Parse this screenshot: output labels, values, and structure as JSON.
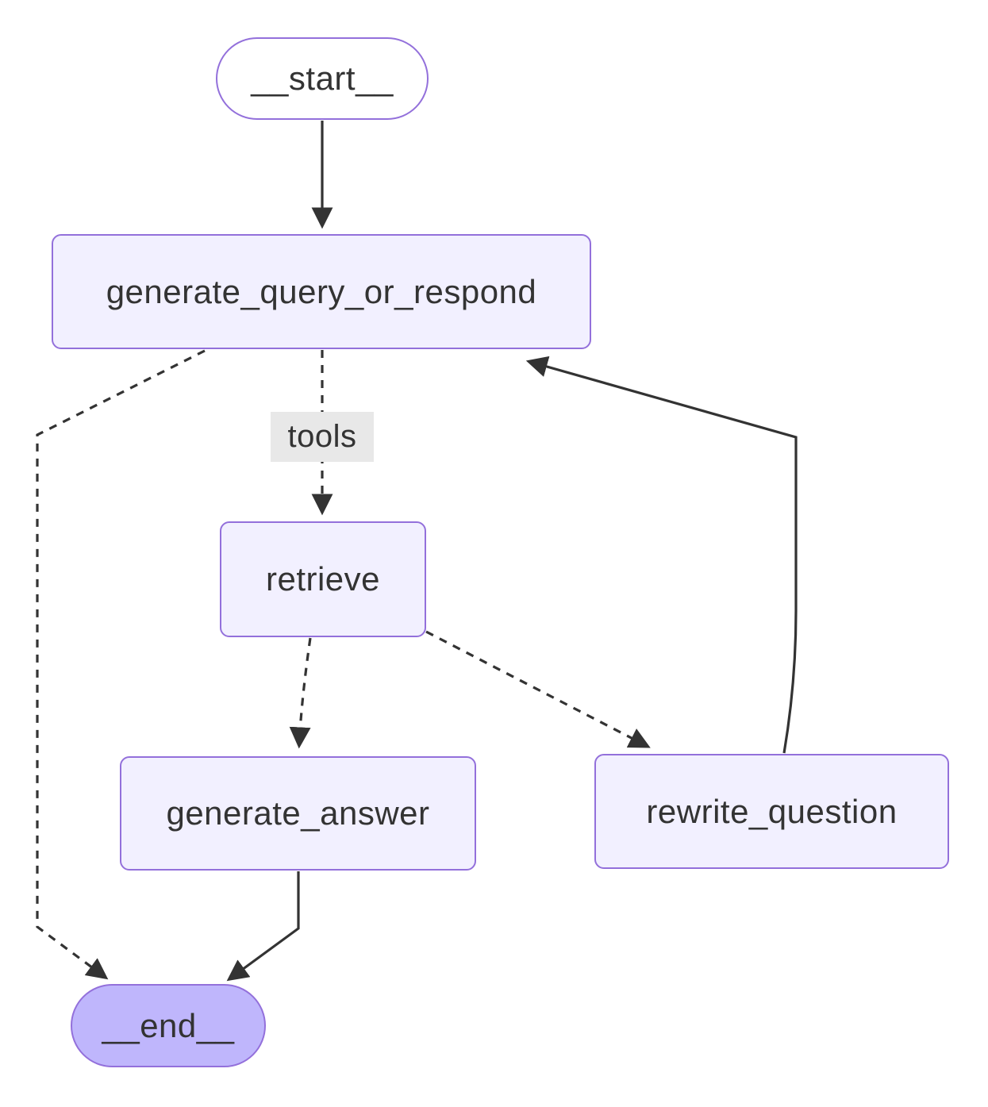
{
  "diagram": {
    "type": "flowchart",
    "direction": "top-down",
    "nodes": [
      {
        "id": "start",
        "label": "__start__",
        "shape": "stadium"
      },
      {
        "id": "generate_query_or_respond",
        "label": "generate_query_or_respond",
        "shape": "rect"
      },
      {
        "id": "retrieve",
        "label": "retrieve",
        "shape": "rect"
      },
      {
        "id": "generate_answer",
        "label": "generate_answer",
        "shape": "rect"
      },
      {
        "id": "rewrite_question",
        "label": "rewrite_question",
        "shape": "rect"
      },
      {
        "id": "end",
        "label": "__end__",
        "shape": "stadium"
      }
    ],
    "edges": [
      {
        "from": "start",
        "to": "generate_query_or_respond",
        "style": "solid",
        "label": ""
      },
      {
        "from": "generate_query_or_respond",
        "to": "retrieve",
        "style": "dotted",
        "label": "tools"
      },
      {
        "from": "generate_query_or_respond",
        "to": "end",
        "style": "dotted",
        "label": ""
      },
      {
        "from": "retrieve",
        "to": "generate_answer",
        "style": "dotted",
        "label": ""
      },
      {
        "from": "retrieve",
        "to": "rewrite_question",
        "style": "dotted",
        "label": ""
      },
      {
        "from": "rewrite_question",
        "to": "generate_query_or_respond",
        "style": "solid",
        "label": ""
      },
      {
        "from": "generate_answer",
        "to": "end",
        "style": "solid",
        "label": ""
      }
    ],
    "colors": {
      "node_fill": "#f2f0ff",
      "node_border": "#9370db",
      "start_fill": "#ffffff",
      "end_fill": "#bfb6fc",
      "edge": "#333333",
      "text": "#333333",
      "edge_label_bg": "#e8e8e8"
    }
  }
}
